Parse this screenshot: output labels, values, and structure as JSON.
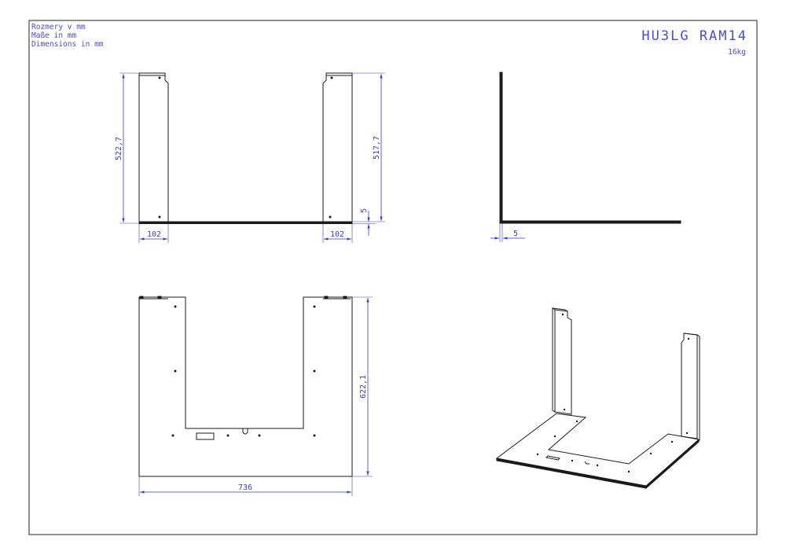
{
  "notes": {
    "units_cs": "Rozmery v mm",
    "units_de": "Maße in mm",
    "units_en": "Dimensions in mm"
  },
  "title_block": {
    "part_number": "HU3LG RAM14",
    "weight": "16kg"
  },
  "front_view": {
    "height_left": "522,7",
    "height_right": "517,7",
    "width_left": "102",
    "width_right": "102",
    "thickness": "5"
  },
  "side_view": {
    "thickness": "5"
  },
  "top_view": {
    "depth": "622,1",
    "width": "736"
  }
}
